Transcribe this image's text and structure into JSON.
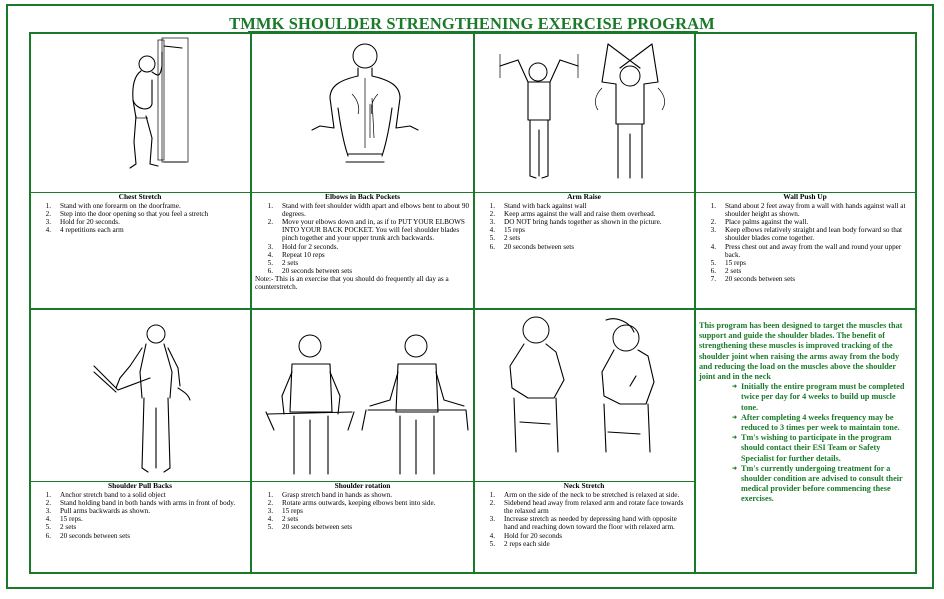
{
  "title": "TMMK SHOULDER STRENGTHENING EXERCISE PROGRAM",
  "colors": {
    "accent": "#1a7a2a"
  },
  "exercises": [
    {
      "name": "Chest Stretch",
      "steps": [
        "Stand with one forearm on the doorframe.",
        "Step into the door opening so that you feel a stretch",
        "Hold for 20 seconds.",
        "4 repetitions each arm"
      ]
    },
    {
      "name": "Elbows in Back Pockets",
      "steps": [
        "Stand with feet shoulder width apart and elbows bent to about 90 degrees.",
        "Move your elbows down and in, as if to PUT YOUR ELBOWS INTO YOUR BACK POCKET. You will feel shoulder blades pinch together and your upper trunk arch backwards.",
        "Hold for 2 seconds.",
        "Repeat 10 reps",
        "2 sets",
        "20 seconds between sets"
      ],
      "note": "Note:- This is an exercise that you should do frequently all day as a counterstretch."
    },
    {
      "name": "Arm Raise",
      "steps": [
        "Stand with back against wall",
        "Keep arms against the wall and raise them overhead.",
        "DO NOT bring hands together as shown in the picture.",
        "15 reps",
        "2 sets",
        "20 seconds between sets"
      ]
    },
    {
      "name": "Wall Push Up",
      "steps": [
        "Stand about 2 feet away from a wall with hands against wall at shoulder height as shown.",
        "Place palms against the wall.",
        "Keep elbows relatively straight and lean body forward so that shoulder blades come together.",
        "Press chest out and away from the wall and round your upper back.",
        "15 reps",
        "2 sets",
        "20 seconds between sets"
      ]
    },
    {
      "name": "Shoulder Pull Backs",
      "steps": [
        "Anchor stretch band to a solid object",
        "Stand holding band in both hands with arms in front of body.",
        "Pull arms backwards as shown.",
        "15 reps.",
        "2 sets",
        "20 seconds between sets"
      ]
    },
    {
      "name": "Shoulder rotation",
      "steps": [
        "Grasp stretch band in hands as shown.",
        "Rotate arms outwards, keeping elbows bent into side.",
        "15 reps",
        "2 sets",
        "20 seconds between sets"
      ]
    },
    {
      "name": "Neck Stretch",
      "steps": [
        "Arm on the side of the neck to be stretched is relaxed at side.",
        "Sidebend head away from relaxed arm and rotate face towards the relaxed arm",
        "Increase stretch as needed by depressing hand with opposite hand and reaching down toward the floor with relaxed arm.",
        "Hold for 20 seconds",
        "2 reps each side"
      ]
    }
  ],
  "info": {
    "intro": "This program has been designed to target the muscles that support and guide the shoulder blades. The benefit of strengthening these muscles is improved tracking of the shoulder joint when raising the arms away from the body and reducing the load on the muscles above the shoulder joint and in the neck",
    "bullets": [
      "Initially the entire program must be completed twice per day for 4 weeks to build up muscle tone.",
      "After completing 4 weeks frequency may be reduced to 3 times per week to maintain tone.",
      "Tm's wishing to participate in the program should contact their ESI Team or Safety Specialist for further details.",
      "Tm's currently undergoing treatment for a shoulder condition are advised to consult their medical provider before commencing these exercises."
    ],
    "bullet_icon": "arrow-bullet-icon"
  }
}
